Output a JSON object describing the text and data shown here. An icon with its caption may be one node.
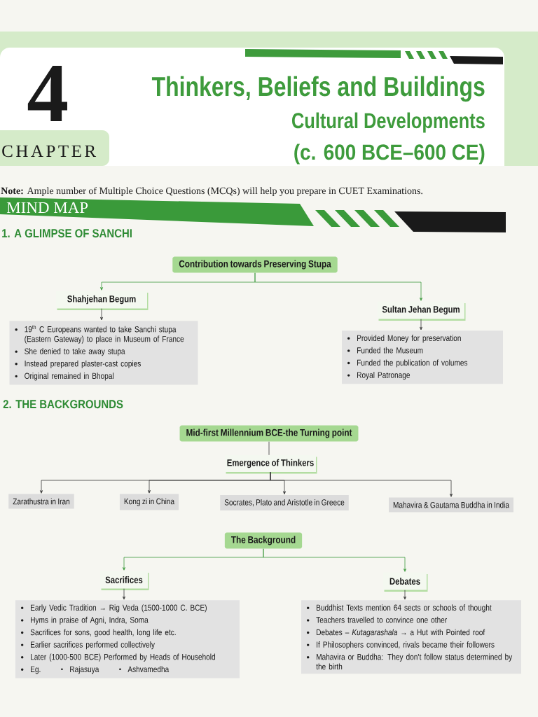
{
  "diagram": {
    "title": "Thinkers, Beliefs and Buildings",
    "nodes": [
      {
        "text": [
          "Contribution towards Preserving Stupa"
        ]
      },
      {
        "text": [
          "Shahjehan Begum"
        ]
      },
      {
        "text": [
          "19$^{th}$ C Europeans wanted to take Sanchi stupa (Eastern Gateway) to place in Museum of France",
          "She denied to take away stupa",
          "Instead prepared plaster-cast copies",
          "Original remained in Bhopal"
        ]
      },
      {
        "text": [
          "Sultan Jehan Begum"
        ]
      },
      {
        "text": [
          "Provided Money for preservation",
          "Funded the Museum",
          "Funded the publication of volumes",
          "Royal Patronage"
        ]
      },
      {
        "text": [
          "Mid-first Millennium BCE-the Turning point"
        ]
      },
      {
        "text": [
          "Emergence of Thinkers"
        ]
      },
      {
        "text": [
          "Zarathustra in Iran"
        ]
      },
      {
        "text": [
          "Kong zi in China"
        ]
      },
      {
        "text": [
          "Socrates, Plato and Aristotle in Greece"
        ]
      },
      {
        "text": [
          "Mahavira & Gautama Buddha in India"
        ]
      },
      {
        "text": [
          "The Background"
        ]
      },
      {
        "text": [
          "Sacrifices"
        ]
      },
      {
        "text": [
          "Early Vedic Tradition → Rig Veda (1500-1000 C. BCE)",
          "Hyms in praise of Agni, Indra, Soma",
          "Sacrifices for sons, good health, long life etc.",
          "Earlier sacrifices performed collectively",
          "Later (1000-500 BCE) Performed by Heads of Household",
          "Eg.",
          "Rajasuya",
          "Ashvamedha"
        ]
      },
      {
        "text": [
          "Debates"
        ]
      },
      {
        "text": [
          "Buddhist Texts mention 64 sects or schools of thought",
          "Teachers travelled to convince one other",
          "Debates – *Kutagarashala* → a Hut with Pointed roof",
          "If Philosophers convinced, rivals became their followers",
          "Mahavira or Buddha: They don't follow status determined by the birth"
        ]
      }
    ],
    "edges": [
      {
        "from": 0,
        "to": 1,
        "arrow": "to",
        "color": "#3c9a3c"
      },
      {
        "from": 0,
        "to": 3,
        "arrow": "to",
        "color": "#3c9a3c"
      },
      {
        "from": 1,
        "to": 2,
        "arrow": "to"
      },
      {
        "from": 3,
        "to": 4,
        "arrow": "to"
      },
      {
        "from": 5,
        "to": 6,
        "arrow": "none"
      },
      {
        "from": 6,
        "to": 7,
        "arrow": "to"
      },
      {
        "from": 6,
        "to": 8,
        "arrow": "to"
      },
      {
        "from": 6,
        "to": 9,
        "arrow": "to"
      },
      {
        "from": 6,
        "to": 10,
        "arrow": "to"
      },
      {
        "from": 11,
        "to": 12,
        "arrow": "to",
        "color": "#3c9a3c"
      },
      {
        "from": 11,
        "to": 14,
        "arrow": "to",
        "color": "#3c9a3c"
      },
      {
        "from": 12,
        "to": 13,
        "arrow": "to"
      },
      {
        "from": 14,
        "to": 15,
        "arrow": "to"
      }
    ],
    "labels": [
      "4",
      "CHAPTER",
      "Cultural Developments",
      "(c. 600 BCE–600 CE)",
      "**Note:** Ample number of Multiple Choice Questions (MCQs) will help you prepare in CUET Examinations.",
      "MIND MAP",
      "1. A GLIMPSE OF SANCHI",
      "2. THE BACKGROUNDS"
    ]
  }
}
